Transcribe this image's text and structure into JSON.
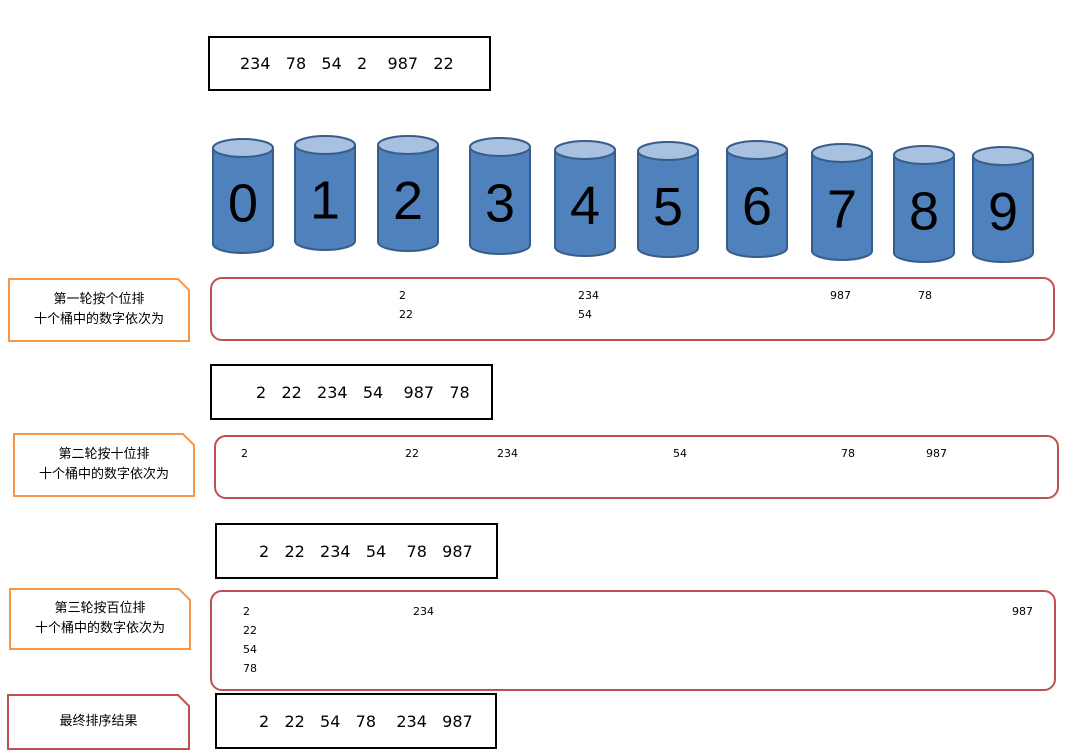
{
  "initial_sequence": "234   78   54   2    987   22",
  "buckets": [
    "0",
    "1",
    "2",
    "3",
    "4",
    "5",
    "6",
    "7",
    "8",
    "9"
  ],
  "rounds": [
    {
      "label_line1": "第一轮按个位排",
      "label_line2": "十个桶中的数字依次为",
      "cells": [
        {
          "id": "b2",
          "values": [
            "2",
            "22"
          ]
        },
        {
          "id": "b4",
          "values": [
            "234",
            "54"
          ]
        },
        {
          "id": "b7",
          "values": [
            "987"
          ]
        },
        {
          "id": "b8",
          "values": [
            "78"
          ]
        }
      ],
      "result": "2   22   234   54    987   78"
    },
    {
      "label_line1": "第二轮按十位排",
      "label_line2": "十个桶中的数字依次为",
      "cells": [
        {
          "id": "b0",
          "values": [
            "2"
          ]
        },
        {
          "id": "b2",
          "values": [
            "22"
          ]
        },
        {
          "id": "b3",
          "values": [
            "234"
          ]
        },
        {
          "id": "b5",
          "values": [
            "54"
          ]
        },
        {
          "id": "b7",
          "values": [
            "78"
          ]
        },
        {
          "id": "b8",
          "values": [
            "987"
          ]
        }
      ],
      "result": "2   22   234   54    78   987"
    },
    {
      "label_line1": "第三轮按百位排",
      "label_line2": "十个桶中的数字依次为",
      "cells": [
        {
          "id": "b0",
          "values": [
            "2",
            "22",
            "54",
            "78"
          ]
        },
        {
          "id": "b2",
          "values": [
            "234"
          ]
        },
        {
          "id": "b9",
          "values": [
            "987"
          ]
        }
      ]
    }
  ],
  "final": {
    "label": "最终排序结果",
    "result": "2   22   54   78    234   987"
  },
  "colors": {
    "bucket_fill": "#4f81bd",
    "bucket_top": "#a9c1e0",
    "bucket_stroke": "#385d8a",
    "callout_orange": "#f79646",
    "callout_red": "#c0504d",
    "round_border": "#c0504d"
  }
}
